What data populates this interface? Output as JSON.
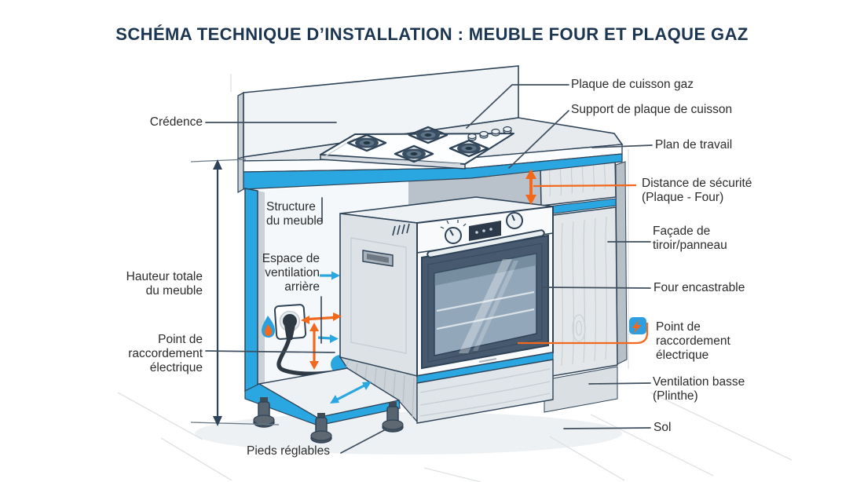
{
  "title": "SCHÉMA TECHNIQUE D’INSTALLATION : MEUBLE FOUR ET PLAQUE GAZ",
  "labels": {
    "credence": "Crédence",
    "structure_meuble": "Structure\ndu meuble",
    "hauteur_totale": "Hauteur totale\ndu meuble",
    "espace_ventilation": "Espace de\nventilation\narrière",
    "point_raccordement_gauche": "Point de\nraccordement\nélectrique",
    "pieds_reglables": "Pieds réglables",
    "plaque_cuisson": "Plaque de cuisson gaz",
    "support_plaque": "Support de plaque de cuisson",
    "plan_travail": "Plan de travail",
    "distance_securite": "Distance de sécurité\n(Plaque - Four)",
    "facade_tiroir": "Façade de\ntiroir/panneau",
    "four_encastrable": "Four encastrable",
    "point_raccordement_droit": "Point de\nraccordement\nélectrique",
    "ventilation_basse": "Ventilation basse\n(Plinthe)",
    "sol": "Sol"
  },
  "icons": {
    "gas_flame": "gas-flame-icon",
    "lightning_bolt": "lightning-bolt-icon"
  },
  "colors": {
    "accent_blue": "#2AA7E0",
    "accent_orange": "#F2691D",
    "outline_navy": "#2E4358",
    "title_navy": "#1C3550",
    "label_text": "#2C2C2C"
  }
}
